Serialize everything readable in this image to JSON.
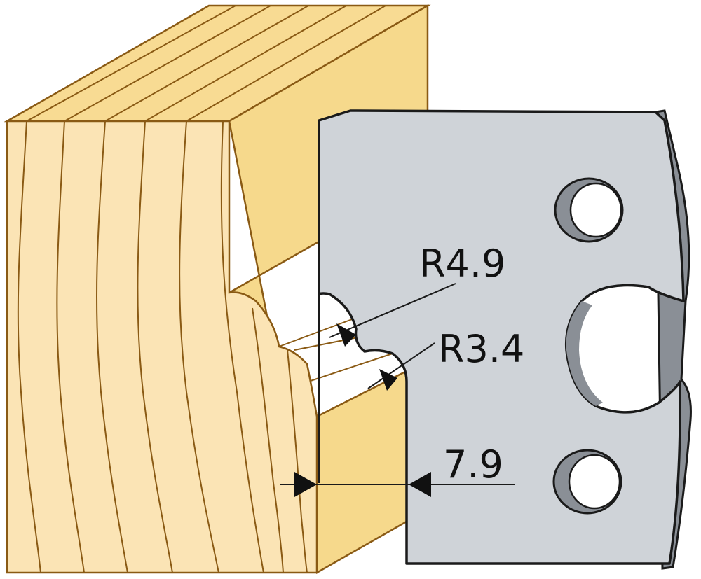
{
  "labels": {
    "radius_large": "R4.9",
    "radius_small": "R3.4",
    "width": "7.9"
  },
  "colors": {
    "wood_face": "#fbe4b5",
    "wood_top": "#f8db93",
    "wood_profile": "#f6d98c",
    "wood_line": "#8a5a14",
    "blade_face": "#cfd3d8",
    "blade_edge": "#8a8f96",
    "outline": "#1a1a1a"
  }
}
